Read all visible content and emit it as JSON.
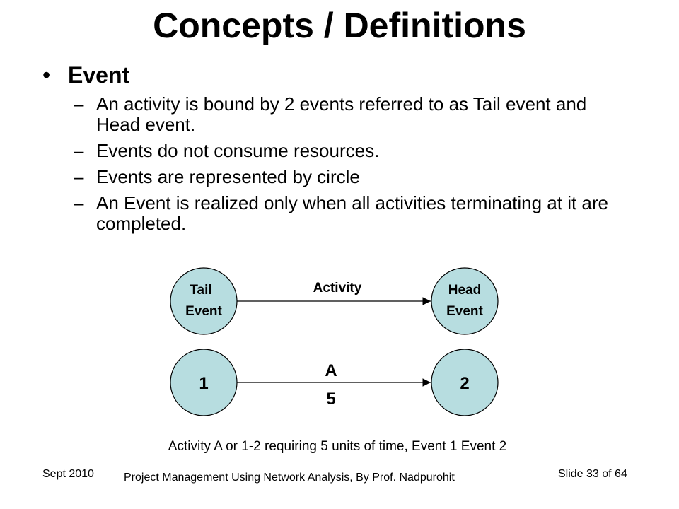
{
  "slide": {
    "title": "Concepts / Definitions",
    "heading": "Event",
    "bullet_symbol": "•",
    "dash_symbol": "–",
    "points": [
      "An activity is bound by 2 events referred to as Tail event and Head event.",
      "Events do not consume resources.",
      "Events are represented by circle",
      "An Event is realized only when all activities terminating at it are completed."
    ]
  },
  "diagram": {
    "circle_fill": "#b7dde0",
    "circle_stroke": "#000000",
    "top": {
      "tail_line1": "Tail",
      "tail_line2": "Event",
      "arrow_label": "Activity",
      "head_line1": "Head",
      "head_line2": "Event"
    },
    "bottom": {
      "tail": "1",
      "head": "2",
      "label_above": "A",
      "label_below": "5"
    },
    "caption": "Activity A or 1-2 requiring 5 units of time, Event 1 Event 2"
  },
  "footer": {
    "date": "Sept 2010",
    "course": "Project Management Using Network Analysis, By Prof. Nadpurohit",
    "slide_number": "Slide 33 of 64"
  }
}
